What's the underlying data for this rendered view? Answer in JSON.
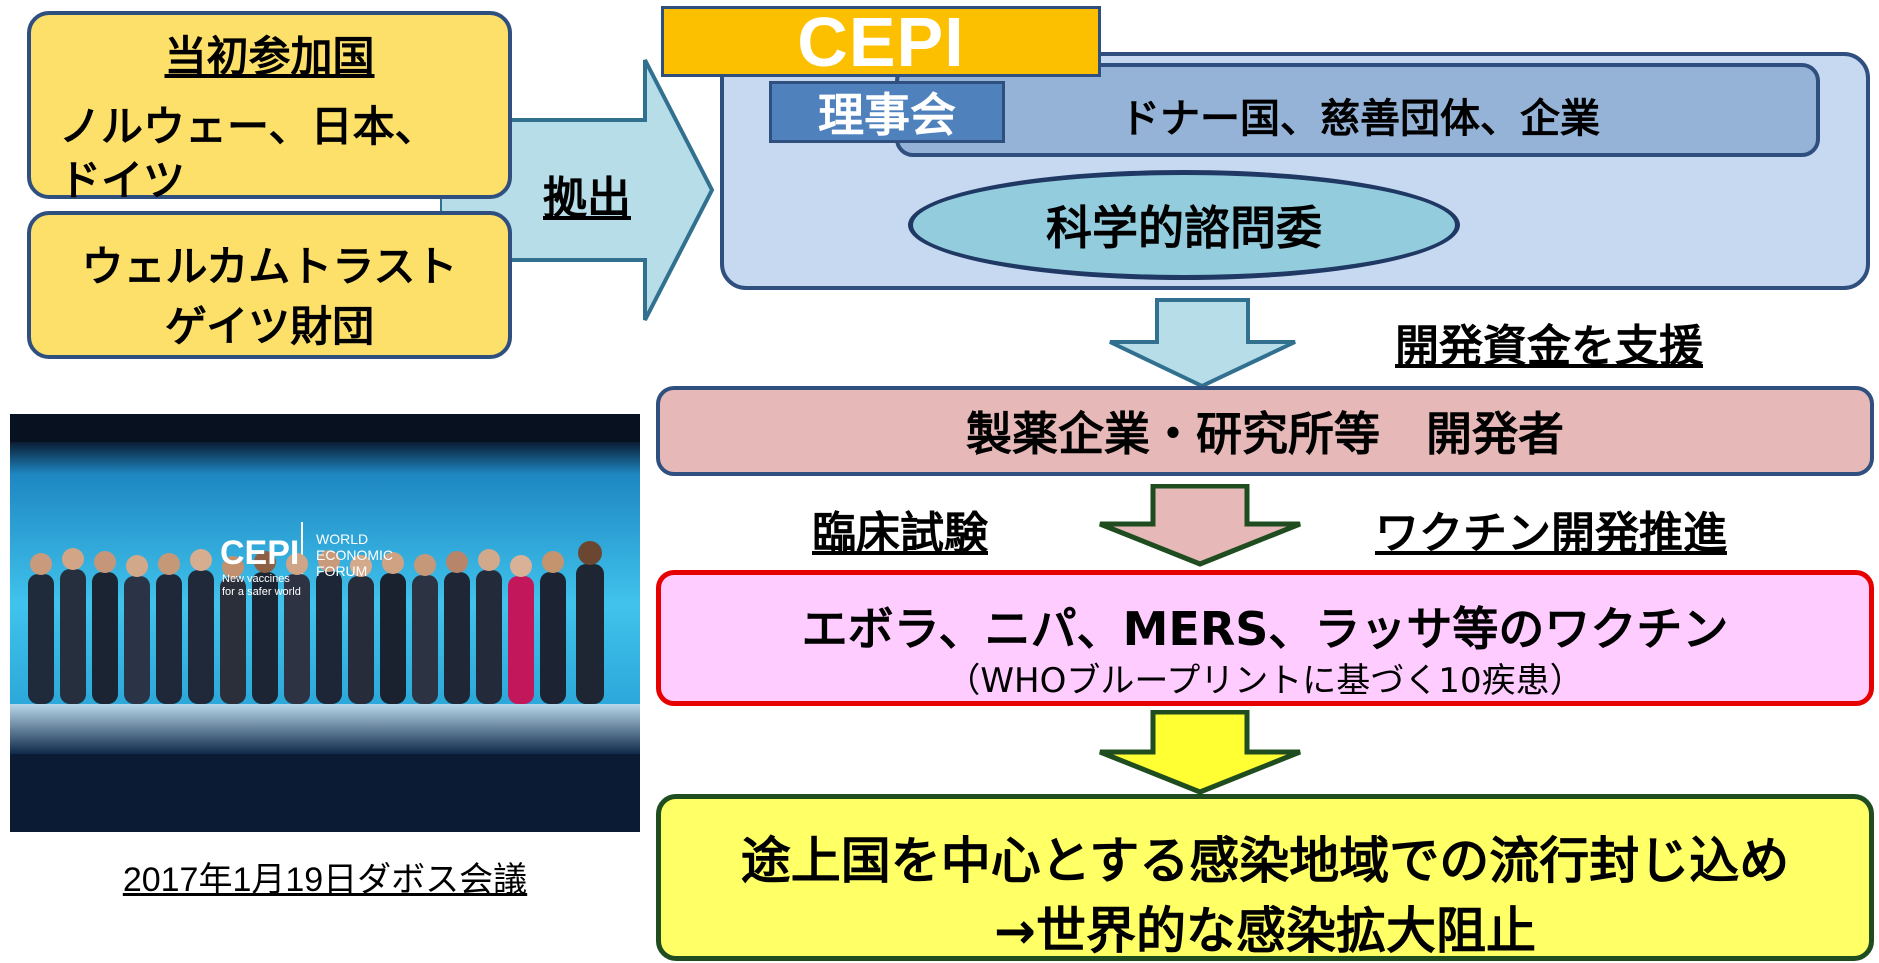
{
  "founders": {
    "heading": "当初参加国",
    "line1": "ノルウェー、日本、",
    "line2": "ドイツ",
    "foundations_line1": "ウェルカムトラスト",
    "foundations_line2": "ゲイツ財団",
    "funding_label": "拠出"
  },
  "cepi": {
    "logo_text": "CEPI",
    "board_label": "理事会",
    "donors_text": "ドナー国、慈善団体、企業",
    "sac_label": "科学的諮問委"
  },
  "flow": {
    "support_label": "開発資金を支援",
    "developers": "製薬企業・研究所等　開発者",
    "clinical_label": "臨床試験",
    "promotion_label": "ワクチン開発推進",
    "vaccines_line1": "エボラ、ニパ、MERS、ラッサ等のワクチン",
    "vaccines_line2": "（WHOブループリントに基づく10疾患）",
    "goal_line1": "途上国を中心とする感染地域での流行封じ込め",
    "goal_line2": "→世界的な感染拡大阻止"
  },
  "photo": {
    "banner_logo": "CEPI",
    "banner_tagline1": "New vaccines",
    "banner_tagline2": "for a safer world",
    "banner_wef1": "WORLD",
    "banner_wef2": "ECONOMIC",
    "banner_wef3": "FORUM",
    "caption": "2017年1月19日ダボス会議"
  },
  "colors": {
    "founder_fill": "#fde06a",
    "cepi_orange": "#fcc000",
    "cepi_panel": "#c6d9f0",
    "board_fill": "#4f81bd",
    "developer_fill": "#e6b9b8",
    "vaccine_fill": "#ffccff",
    "goal_fill": "#ffff66",
    "arrow_blue": "#b7dde8",
    "arrow_yellow": "#ffff33"
  }
}
